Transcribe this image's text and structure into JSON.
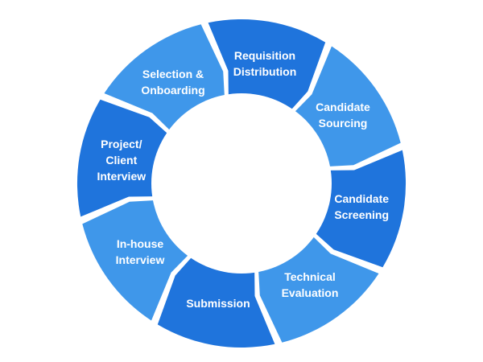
{
  "colors": {
    "dark": "#1f74dc",
    "light": "#3f97ea",
    "hole": "#ffffff"
  },
  "stages": [
    {
      "lines": [
        "Requisition",
        "Distribution"
      ],
      "tone": "dark"
    },
    {
      "lines": [
        "Candidate",
        "Sourcing"
      ],
      "tone": "light"
    },
    {
      "lines": [
        "Candidate",
        "Screening"
      ],
      "tone": "dark"
    },
    {
      "lines": [
        "Technical",
        "Evaluation"
      ],
      "tone": "light"
    },
    {
      "lines": [
        "Submission"
      ],
      "tone": "dark"
    },
    {
      "lines": [
        "In-house",
        "Interview"
      ],
      "tone": "light"
    },
    {
      "lines": [
        "Project/",
        "Client",
        "Interview"
      ],
      "tone": "dark"
    },
    {
      "lines": [
        "Selection &",
        "Onboarding"
      ],
      "tone": "light"
    }
  ]
}
